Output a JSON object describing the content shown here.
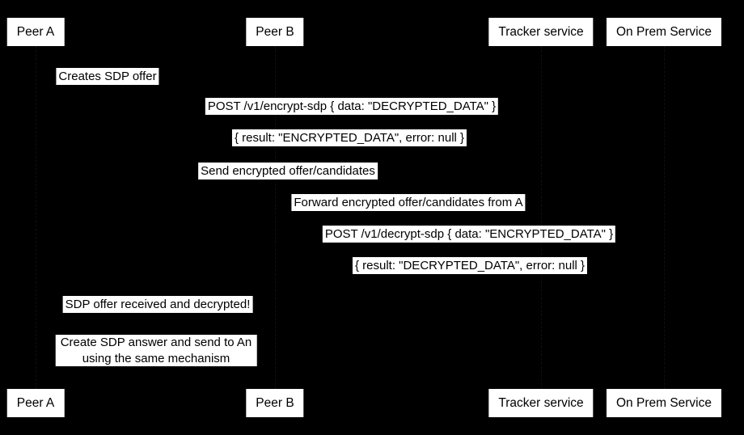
{
  "diagram": {
    "type": "sequence-diagram",
    "colors": {
      "background": "#000000",
      "box_fill": "#ffffff",
      "text": "#000000"
    },
    "actors": [
      {
        "id": "peer-a",
        "label": "Peer A"
      },
      {
        "id": "peer-b",
        "label": "Peer B"
      },
      {
        "id": "tracker",
        "label": "Tracker service"
      },
      {
        "id": "on-prem",
        "label": "On Prem Service"
      }
    ],
    "messages": [
      {
        "from": "peer-a",
        "to": "peer-a",
        "label": "Creates SDP offer"
      },
      {
        "from": "peer-a",
        "to": "on-prem",
        "label": "POST /v1/encrypt-sdp { data: \"DECRYPTED_DATA\" }"
      },
      {
        "from": "on-prem",
        "to": "peer-a",
        "label": "{ result: \"ENCRYPTED_DATA\", error: null }"
      },
      {
        "from": "peer-a",
        "to": "tracker",
        "label": "Send encrypted offer/candidates"
      },
      {
        "from": "tracker",
        "to": "peer-b",
        "label": "Forward encrypted offer/candidates from A"
      },
      {
        "from": "peer-b",
        "to": "on-prem",
        "label": "POST /v1/decrypt-sdp { data: \"ENCRYPTED_DATA\" }"
      },
      {
        "from": "on-prem",
        "to": "peer-b",
        "label": "{ result: \"DECRYPTED_DATA\", error: null }"
      },
      {
        "from": "peer-b",
        "to": "peer-a",
        "label": "SDP offer received and decrypted!"
      }
    ],
    "note": {
      "lines": [
        "Create SDP answer and send to An",
        "using the same mechanism"
      ]
    }
  }
}
